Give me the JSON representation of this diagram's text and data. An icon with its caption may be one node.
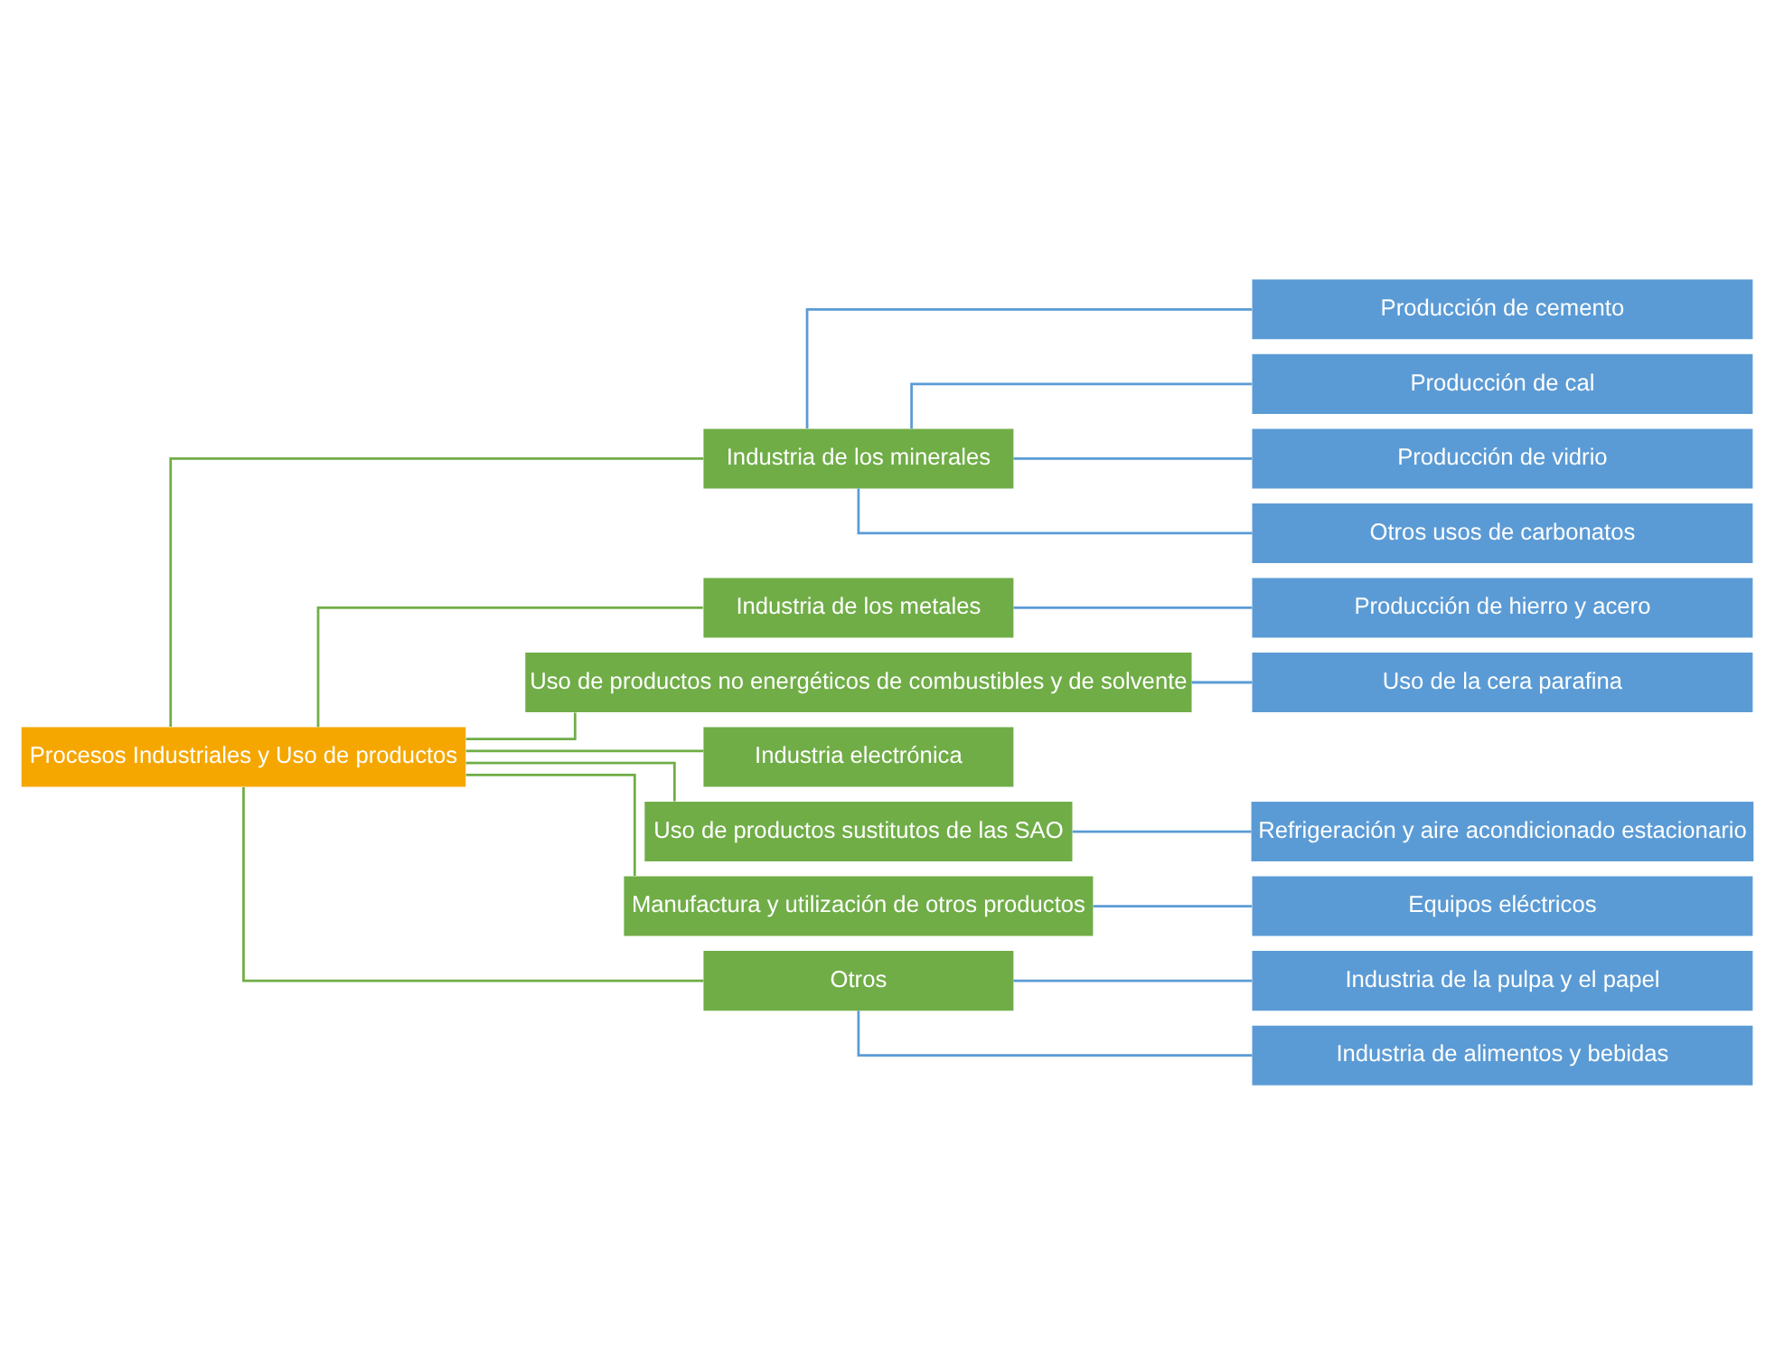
{
  "diagram": {
    "nodes": [
      {
        "text": [
          "Procesos Industriales y Uso de productos"
        ]
      },
      {
        "text": [
          "Industria de los minerales"
        ]
      },
      {
        "text": [
          "Producción de cemento"
        ]
      },
      {
        "text": [
          "Producción de cal"
        ]
      },
      {
        "text": [
          "Producción de vidrio"
        ]
      },
      {
        "text": [
          "Otros usos de carbonatos"
        ]
      },
      {
        "text": [
          "Industria de los metales"
        ]
      },
      {
        "text": [
          "Producción de hierro y acero"
        ]
      },
      {
        "text": [
          "Uso de productos no energéticos de combustibles y de solvente"
        ]
      },
      {
        "text": [
          "Uso de la cera parafina"
        ]
      },
      {
        "text": [
          "Industria electrónica"
        ]
      },
      {
        "text": [
          "Uso de productos sustitutos de las SAO"
        ]
      },
      {
        "text": [
          "Refrigeración y aire acondicionado estacionario"
        ]
      },
      {
        "text": [
          "Manufactura y utilización de otros productos"
        ]
      },
      {
        "text": [
          "Equipos eléctricos"
        ]
      },
      {
        "text": [
          "Otros"
        ]
      },
      {
        "text": [
          "Industria de la pulpa y el papel"
        ]
      },
      {
        "text": [
          "Industria de alimentos y bebidas"
        ]
      }
    ],
    "edges": [
      {
        "from": 0,
        "to": 1,
        "arrow": "none",
        "color": "#70ad47"
      },
      {
        "from": 1,
        "to": 2,
        "arrow": "none"
      },
      {
        "from": 1,
        "to": 3,
        "arrow": "none"
      },
      {
        "from": 1,
        "to": 4,
        "arrow": "none"
      },
      {
        "from": 1,
        "to": 5,
        "arrow": "none"
      },
      {
        "from": 0,
        "to": 6,
        "arrow": "none",
        "color": "#70ad47"
      },
      {
        "from": 6,
        "to": 7,
        "arrow": "none"
      },
      {
        "from": 0,
        "to": 8,
        "arrow": "none",
        "color": "#70ad47"
      },
      {
        "from": 8,
        "to": 9,
        "arrow": "none"
      },
      {
        "from": 0,
        "to": 10,
        "arrow": "none",
        "color": "#70ad47"
      },
      {
        "from": 0,
        "to": 11,
        "arrow": "none",
        "color": "#70ad47"
      },
      {
        "from": 11,
        "to": 12,
        "arrow": "none"
      },
      {
        "from": 0,
        "to": 13,
        "arrow": "none",
        "color": "#70ad47"
      },
      {
        "from": 13,
        "to": 14,
        "arrow": "none"
      },
      {
        "from": 0,
        "to": 15,
        "arrow": "none",
        "color": "#70ad47"
      },
      {
        "from": 15,
        "to": 16,
        "arrow": "none"
      },
      {
        "from": 15,
        "to": 17,
        "arrow": "none"
      }
    ]
  }
}
